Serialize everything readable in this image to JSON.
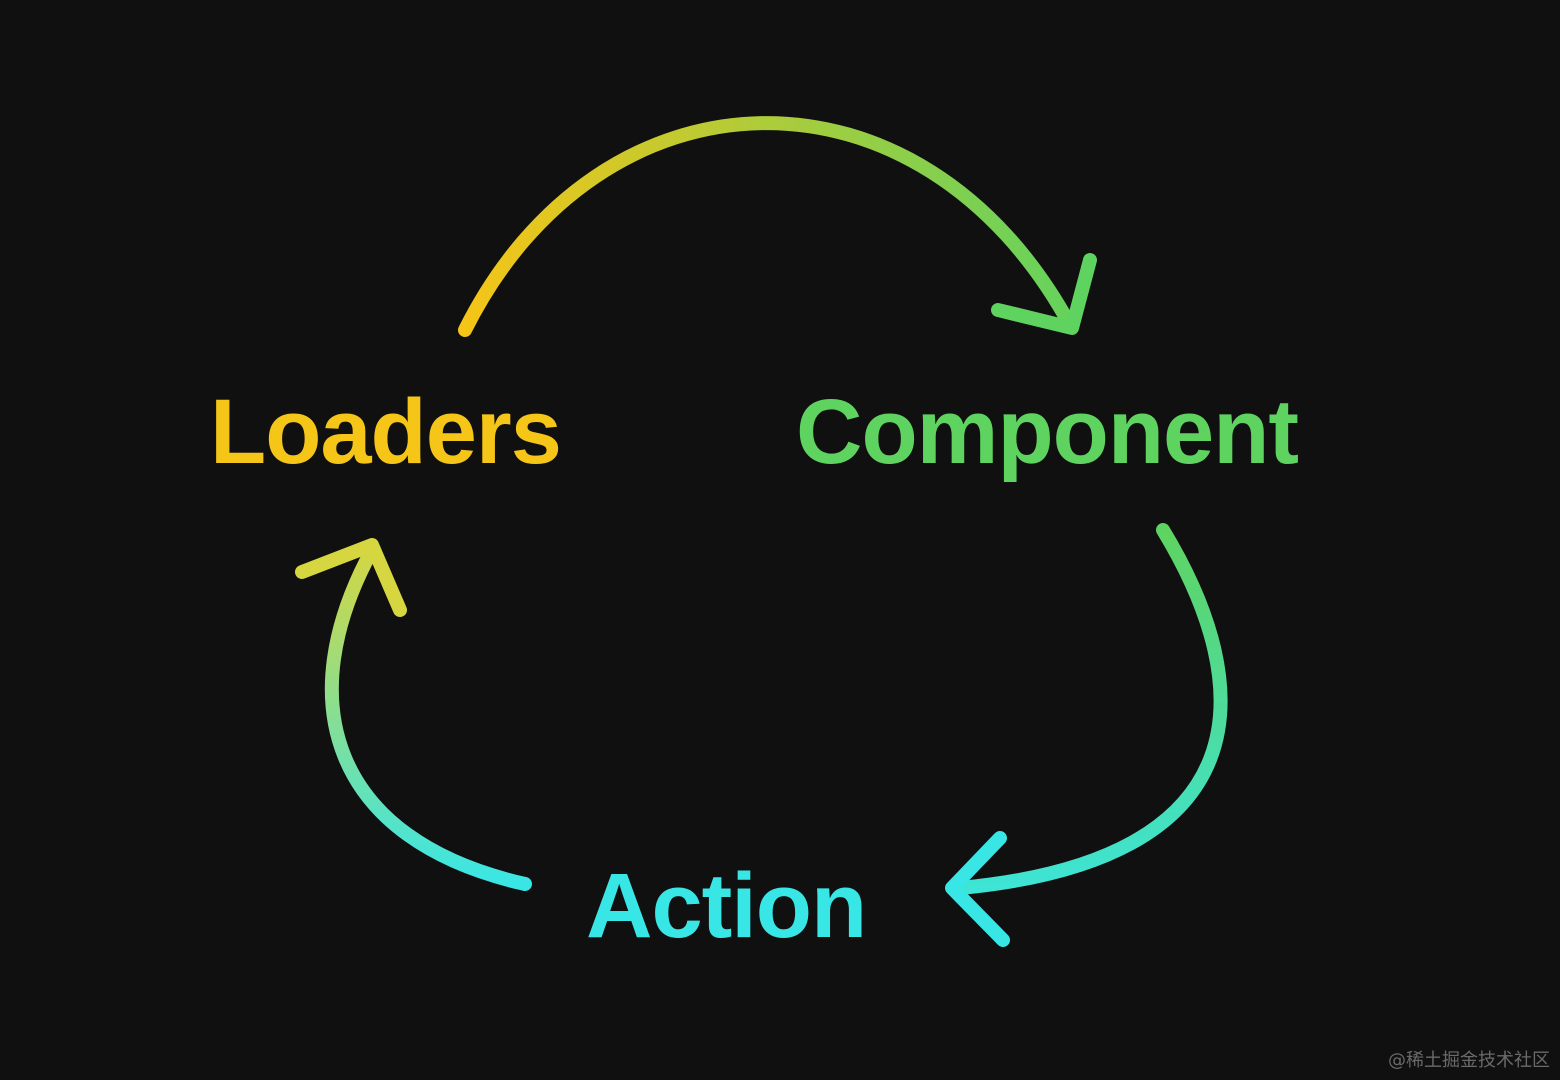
{
  "diagram": {
    "nodes": [
      {
        "id": "loaders",
        "label": "Loaders",
        "color": "#f5c518"
      },
      {
        "id": "component",
        "label": "Component",
        "color": "#5fd35f"
      },
      {
        "id": "action",
        "label": "Action",
        "color": "#39e6e6"
      }
    ],
    "edges": [
      {
        "from": "loaders",
        "to": "component",
        "gradient": [
          "#f5c518",
          "#5fd35f"
        ]
      },
      {
        "from": "component",
        "to": "action",
        "gradient": [
          "#5fd35f",
          "#39e6e6"
        ]
      },
      {
        "from": "action",
        "to": "loaders",
        "gradient": [
          "#39e6e6",
          "#d6d640"
        ]
      }
    ]
  },
  "background_color": "#101010",
  "watermark": "@稀土掘金技术社区"
}
